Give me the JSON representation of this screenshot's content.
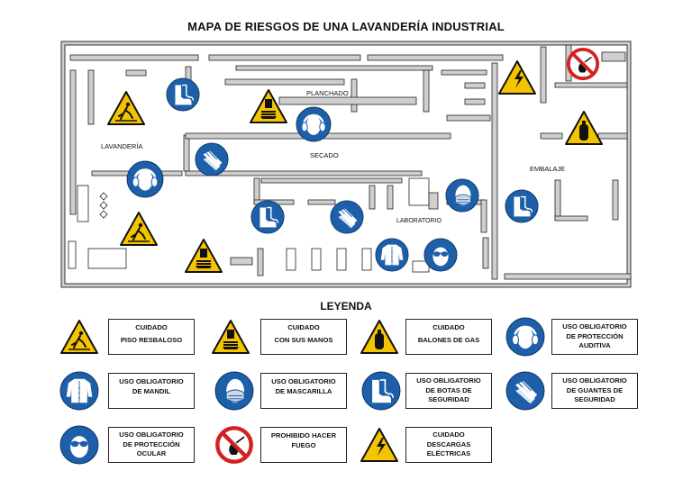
{
  "title": "MAPA DE RIESGOS DE UNA LAVANDERÍA INDUSTRIAL",
  "rooms": {
    "planchado": "PLANCHADO",
    "lavanderia": "LAVANDERÍA",
    "secado": "SECADO",
    "embalaje": "EMBALAJE",
    "laboratorio": "LABORATORIO"
  },
  "legend": {
    "title": "LEYENDA",
    "items": [
      {
        "icon": "slippery-floor-warning-icon",
        "lines": [
          "CUIDADO",
          "PISO RESBALOSO"
        ]
      },
      {
        "icon": "hand-crush-warning-icon",
        "lines": [
          "CUIDADO",
          "CON SUS MANOS"
        ]
      },
      {
        "icon": "gas-cylinder-warning-icon",
        "lines": [
          "CUIDADO",
          "BALONES DE GAS"
        ]
      },
      {
        "icon": "ear-protection-icon",
        "lines": [
          "USO OBLIGATORIO",
          "DE PROTECCIÓN",
          "AUDITIVA"
        ]
      },
      {
        "icon": "lab-coat-icon",
        "lines": [
          "USO OBLIGATORIO",
          "DE MANDIL"
        ]
      },
      {
        "icon": "face-mask-icon",
        "lines": [
          "USO OBLIGATORIO",
          "DE MASCARILLA"
        ]
      },
      {
        "icon": "safety-boots-icon",
        "lines": [
          "USO OBLIGATORIO",
          "DE BOTAS DE",
          "SEGURIDAD"
        ]
      },
      {
        "icon": "safety-gloves-icon",
        "lines": [
          "USO OBLIGATORIO",
          "DE GUANTES DE",
          "SEGURIDAD"
        ]
      },
      {
        "icon": "eye-protection-icon",
        "lines": [
          "USO OBLIGATORIO",
          "DE PROTECCIÓN",
          "OCULAR"
        ]
      },
      {
        "icon": "no-fire-icon",
        "lines": [
          "PROHIBIDO HACER",
          "FUEGO"
        ]
      },
      {
        "icon": "electric-shock-warning-icon",
        "lines": [
          "CUIDADO",
          "DESCARGAS",
          "ELÉCTRICAS"
        ]
      }
    ]
  },
  "colors": {
    "mandatory_blue": "#1d5fa8",
    "warning_yellow": "#f5c400",
    "prohibition_red": "#d42020",
    "wall_gray": "#cfcfcf"
  }
}
